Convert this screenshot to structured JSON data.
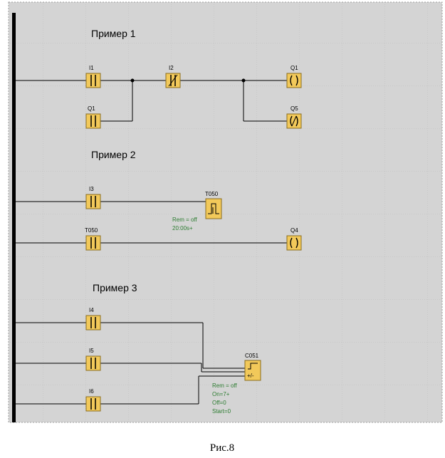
{
  "colors": {
    "panel_bg": "#d4d4d4",
    "grid": "#bdbdbd",
    "block_fill": "#f2c95a",
    "block_border": "#8a6d1e",
    "param_text": "#2e7d32",
    "wire": "#000000"
  },
  "section_titles": {
    "ex1": "Пример 1",
    "ex2": "Пример 2",
    "ex3": "Пример 3"
  },
  "labels": {
    "i1": "I1",
    "q1_contact": "Q1",
    "i2": "I2",
    "q1_coil": "Q1",
    "q5": "Q5",
    "i3": "I3",
    "t050_block": "T050",
    "t050_contact": "T050",
    "q4": "Q4",
    "i4": "I4",
    "i5": "I5",
    "i6": "I6",
    "c051": "C051"
  },
  "params": {
    "timer_rem": "Rem = off",
    "timer_time": "20:00s+",
    "counter_rem": "Rem = off",
    "counter_on": "On=7+",
    "counter_off": "Off=0",
    "counter_start": "Start=0"
  },
  "counter_symbol": "+/-",
  "figure_caption": "Рис.8"
}
